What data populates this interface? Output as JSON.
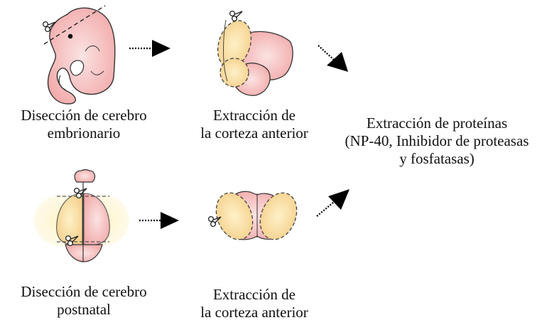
{
  "colors": {
    "tissue_fill": "#f6c3c3",
    "tissue_shade": "#ef9a9a",
    "cortex_fill": "#f9dd9a",
    "cortex_halo": "#fdf3c4",
    "outline": "#2a2a2a",
    "arrow": "#000000"
  },
  "labels": {
    "embryonic_dissection": [
      "Disección de cerebro",
      "embrionario"
    ],
    "embryonic_extraction": [
      "Extracción de",
      "la corteza anterior"
    ],
    "protein_extraction": [
      "Extracción de proteínas",
      "(NP-40, Inhibidor de proteasas",
      "y fosfatasas)"
    ],
    "postnatal_dissection": [
      "Disección de cerebro",
      "postnatal"
    ],
    "postnatal_extraction": [
      "Extracción de",
      "la corteza anterior"
    ]
  },
  "icons": [
    "scissors-icon",
    "dotted-arrow-icon"
  ]
}
